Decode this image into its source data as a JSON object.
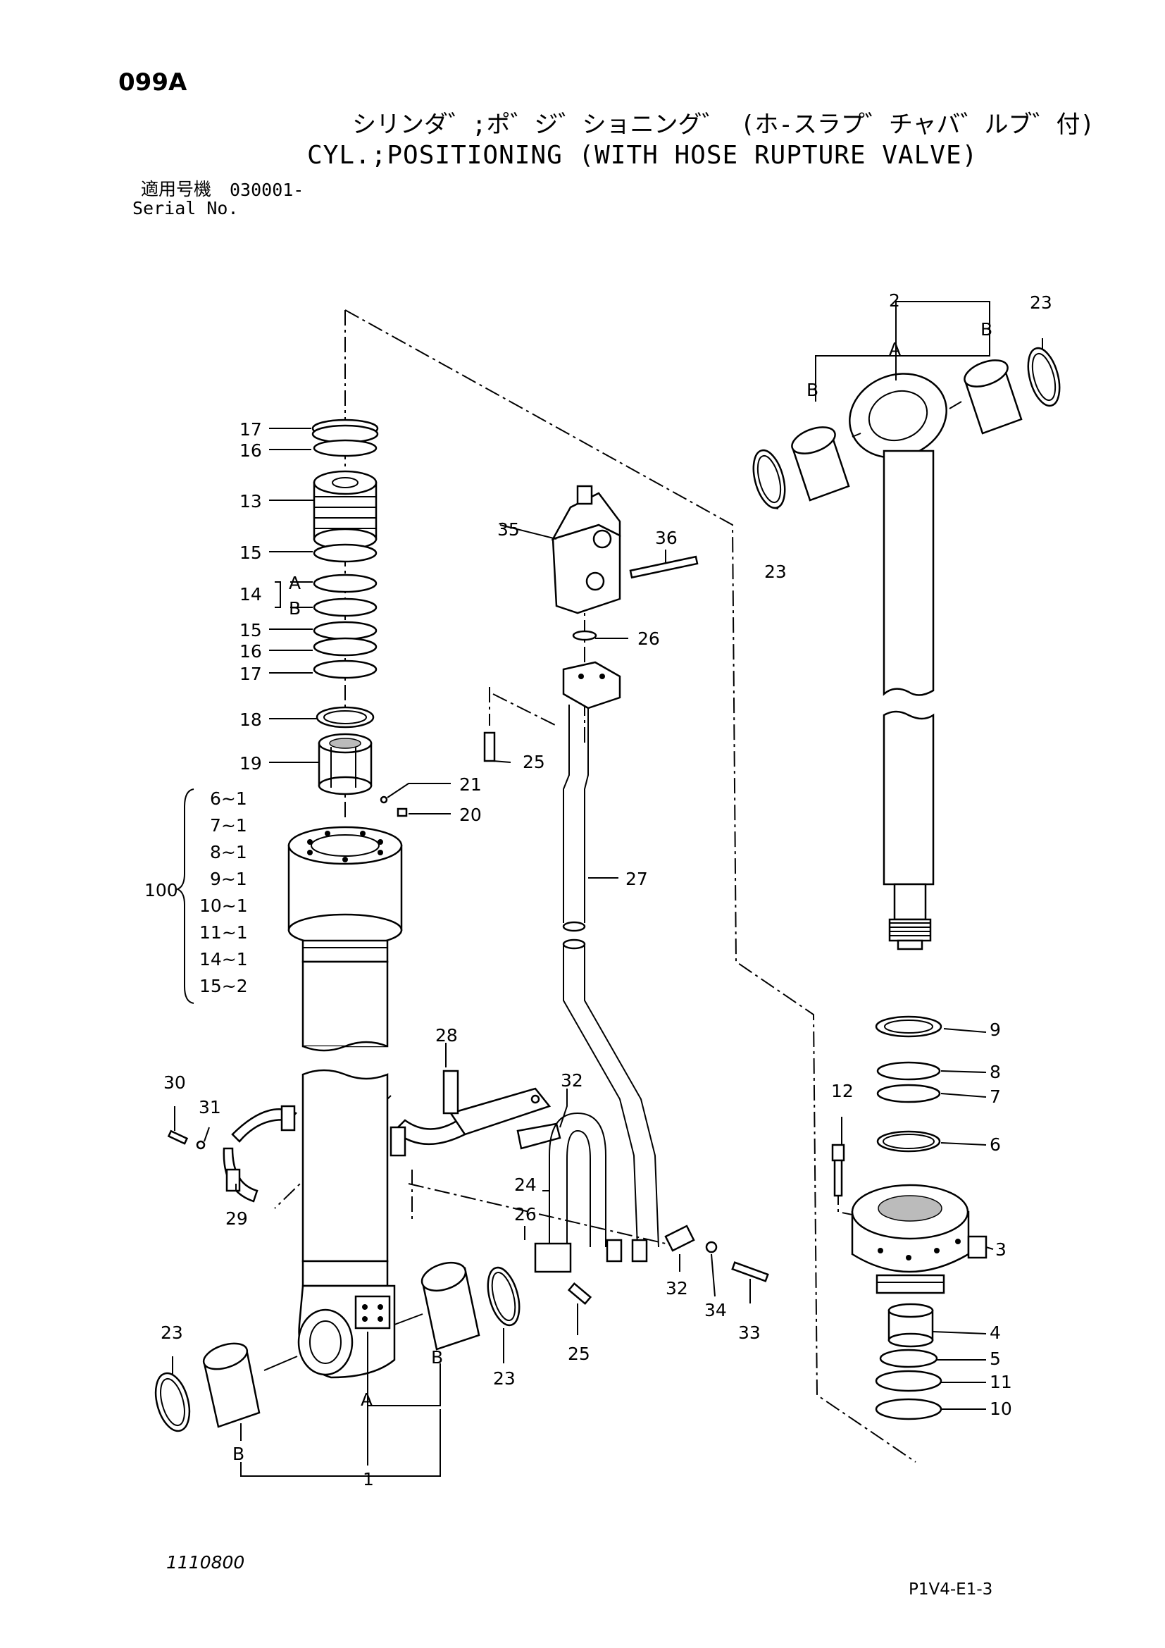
{
  "header": {
    "page_code": "099A",
    "title_jp": "シリンダ゛;ポ゛ジ゛ショニング゛ (ホ-スラプ゛チャバ゛ルブ゛付)",
    "title_en": "CYL.;POSITIONING (WITH HOSE RUPTURE VALVE)",
    "serial_label_jp": "適用号機",
    "serial_value": "030001-",
    "serial_label_en": "Serial No."
  },
  "footer": {
    "drawing_number": "1110800",
    "page_ref": "P1V4-E1-3"
  },
  "callouts": {
    "c1": "1",
    "c2": "2",
    "c3": "3",
    "c4": "4",
    "c5": "5",
    "c6": "6",
    "c7": "7",
    "c8": "8",
    "c9": "9",
    "c10": "10",
    "c11": "11",
    "c12": "12",
    "c13": "13",
    "c14": "14",
    "c15a": "15",
    "c15b": "15",
    "c16a": "16",
    "c16b": "16",
    "c17a": "17",
    "c17b": "17",
    "c18": "18",
    "c19": "19",
    "c20": "20",
    "c21": "21",
    "c23a": "23",
    "c23b": "23",
    "c23c": "23",
    "c23d": "23",
    "c24": "24",
    "c25a": "25",
    "c25b": "25",
    "c26a": "26",
    "c26b": "26",
    "c27": "27",
    "c28": "28",
    "c29": "29",
    "c30": "30",
    "c31": "31",
    "c32a": "32",
    "c32b": "32",
    "c33": "33",
    "c34": "34",
    "c35": "35",
    "c36": "36",
    "c100": "100",
    "a1": "A",
    "a2": "A",
    "a3": "A",
    "b1": "B",
    "b2": "B",
    "b3": "B",
    "b4": "B",
    "b5": "B"
  },
  "kit_list": {
    "k1": "6~1",
    "k2": "7~1",
    "k3": "8~1",
    "k4": "9~1",
    "k5": "10~1",
    "k6": "11~1",
    "k7": "14~1",
    "k8": "15~2"
  }
}
